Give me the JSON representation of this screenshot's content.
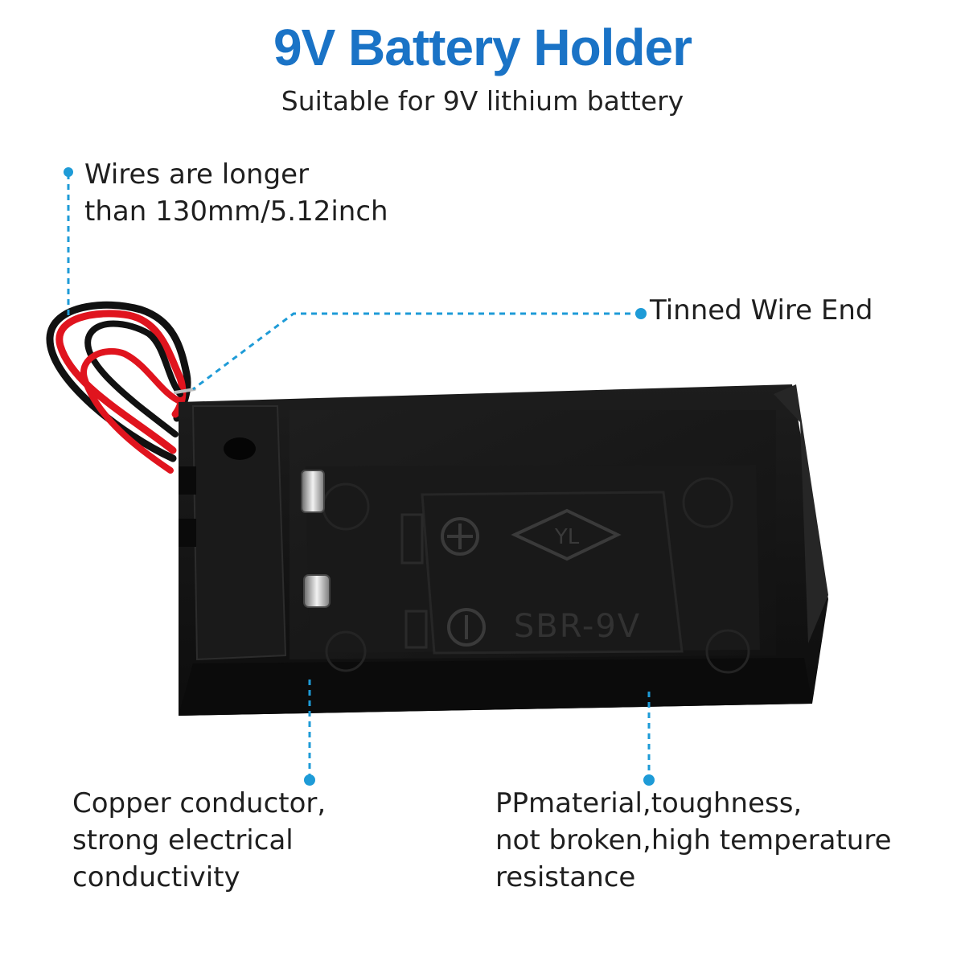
{
  "header": {
    "title": "9V Battery Holder",
    "subtitle": "Suitable for 9V lithium battery"
  },
  "callouts": {
    "wires": {
      "line1": "Wires are longer",
      "line2": "than 130mm/5.12inch"
    },
    "tinned": {
      "line1": "Tinned Wire End"
    },
    "copper": {
      "line1": "Copper conductor,",
      "line2": "strong electrical",
      "line3": "conductivity"
    },
    "pp": {
      "line1": "PPmaterial,toughness,",
      "line2": "not broken,high temperature",
      "line3": "resistance"
    }
  },
  "product": {
    "embossed_brand": "YL",
    "embossed_model": "SBR-9V"
  },
  "colors": {
    "title_blue": "#1a73c6",
    "leader_blue": "#1e9bd7",
    "plastic_black": "#151515",
    "wire_red": "#e0141e"
  },
  "icons": [
    "plus-symbol",
    "minus-symbol",
    "diamond-logo"
  ]
}
